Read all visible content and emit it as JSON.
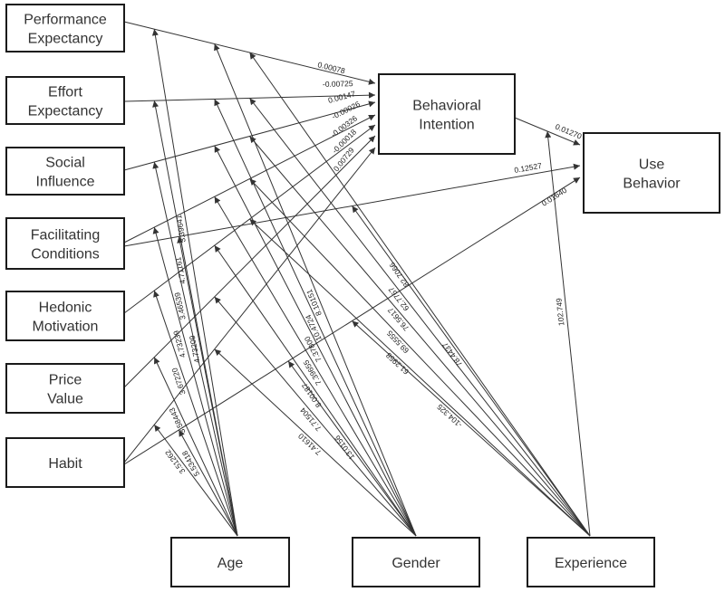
{
  "nodes": {
    "pe": [
      "Performance",
      "Expectancy"
    ],
    "ee": [
      "Effort",
      "Expectancy"
    ],
    "si": [
      "Social",
      "Influence"
    ],
    "fc": [
      "Facilitating",
      "Conditions"
    ],
    "hm": [
      "Hedonic",
      "Motivation"
    ],
    "pv": [
      "Price",
      "Value"
    ],
    "ha": [
      "Habit"
    ],
    "bi": [
      "Behavioral",
      "Intention"
    ],
    "ub": [
      "Use",
      "Behavior"
    ],
    "age": [
      "Age"
    ],
    "gender": [
      "Gender"
    ],
    "exp": [
      "Experience"
    ]
  },
  "edges": [
    {
      "from": "pe",
      "to": "bi",
      "label": "0.00078"
    },
    {
      "from": "ee",
      "to": "bi",
      "label": "-0.00725"
    },
    {
      "from": "si",
      "to": "bi",
      "label": "0.00147"
    },
    {
      "from": "fc",
      "to": "bi",
      "label": "-0.00026"
    },
    {
      "from": "hm",
      "to": "bi",
      "label": "-0.00326"
    },
    {
      "from": "pv",
      "to": "bi",
      "label": "-0.00018"
    },
    {
      "from": "ha",
      "to": "bi",
      "label": "0.00729"
    },
    {
      "from": "bi",
      "to": "ub",
      "label": "0.01270"
    },
    {
      "from": "fc",
      "to": "ub",
      "label": "0.12527"
    },
    {
      "from": "ha",
      "to": "ub",
      "label": "0.01640"
    },
    {
      "from": "age",
      "to": "pe_bi",
      "label": "3.39641"
    },
    {
      "from": "age",
      "to": "ee_bi",
      "label": "4.71161"
    },
    {
      "from": "age",
      "to": "si_bi",
      "label": "3.46539"
    },
    {
      "from": "age",
      "to": "fc_bi",
      "label": "4.73239"
    },
    {
      "from": "age",
      "to": "fc_ub",
      "label": "4.73209"
    },
    {
      "from": "age",
      "to": "hm_bi",
      "label": "3.67220"
    },
    {
      "from": "age",
      "to": "pv_bi",
      "label": "3.58443"
    },
    {
      "from": "age",
      "to": "ha_bi",
      "label": "3.51262"
    },
    {
      "from": "age",
      "to": "ha_ub",
      "label": "5.53418"
    },
    {
      "from": "gender",
      "to": "pe_bi",
      "label": "8.10151"
    },
    {
      "from": "gender",
      "to": "ee_bi",
      "label": "10.4724"
    },
    {
      "from": "gender",
      "to": "si_bi",
      "label": "7.37800"
    },
    {
      "from": "gender",
      "to": "fc_bi",
      "label": "7.39655"
    },
    {
      "from": "gender",
      "to": "hm_bi",
      "label": "8.00187"
    },
    {
      "from": "gender",
      "to": "pv_bi",
      "label": "7.71504"
    },
    {
      "from": "gender",
      "to": "ha_bi",
      "label": "7.41610"
    },
    {
      "from": "gender",
      "to": "ha_ub",
      "label": "13.0156"
    },
    {
      "from": "exp",
      "to": "pe_bi",
      "label": "82.7066"
    },
    {
      "from": "exp",
      "to": "ee_bi",
      "label": "62.7767"
    },
    {
      "from": "exp",
      "to": "si_bi",
      "label": "76.5617"
    },
    {
      "from": "exp",
      "to": "fc_bi",
      "label": "69.5555"
    },
    {
      "from": "exp",
      "to": "hm_bi",
      "label": "61.2958"
    },
    {
      "from": "exp",
      "to": "ha_ub",
      "label": "-104.325"
    },
    {
      "from": "exp",
      "to": "fc_ub",
      "label": "78.4437"
    },
    {
      "from": "exp",
      "to": "bi_ub",
      "label": "102.749"
    }
  ]
}
